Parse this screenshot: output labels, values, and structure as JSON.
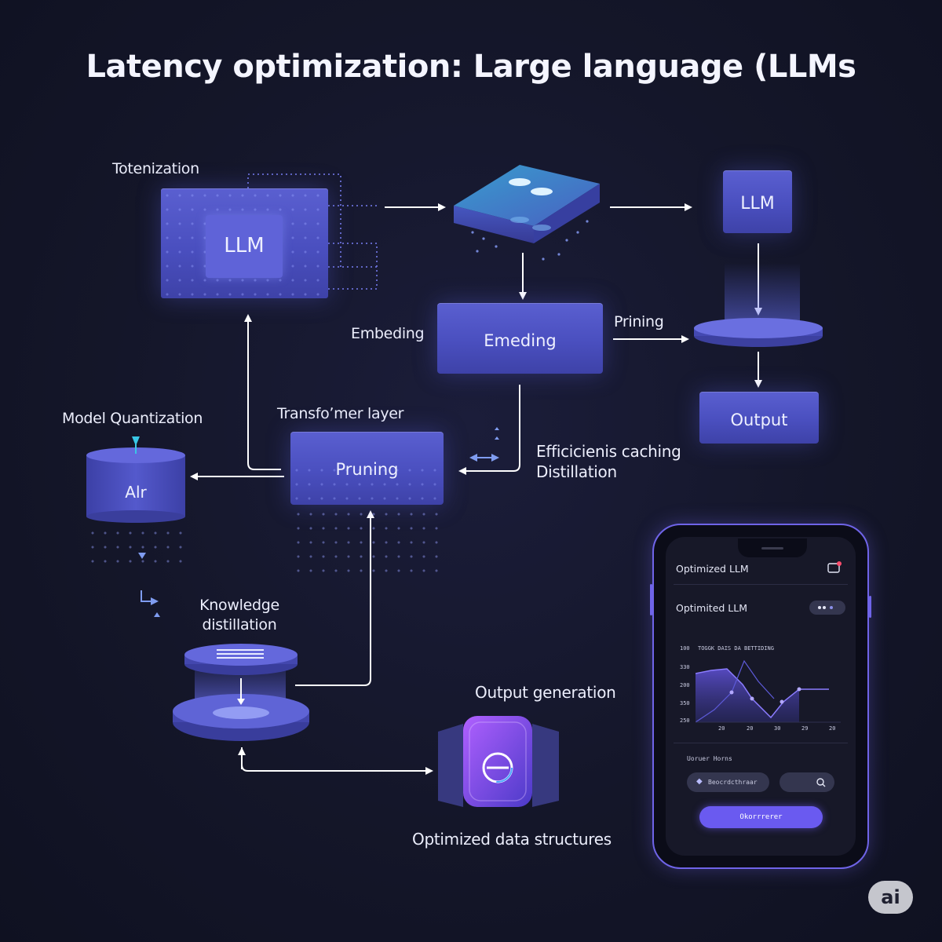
{
  "title": "Latency optimization: Large language (LLMs",
  "labels": {
    "tokenization": "Totenization",
    "embedding_left": "Embeding",
    "pruning_right": "Prining",
    "model_quantization": "Model Quantization",
    "transformer_layer": "Transfoʼmer layer",
    "caching_line1": "Efficiᴄienis caching",
    "caching_line2": "Distillation",
    "knowledge_line1": "Knowledge",
    "knowledge_line2": "distillation",
    "output_generation": "Output generation",
    "optimized_data": "Optimized data structures"
  },
  "boxes": {
    "llm_main": "LLM",
    "llm_small": "LLM",
    "embedding": "Emeding",
    "output": "Output",
    "pruning": "Pruning",
    "quantization_cylinder": "Alr"
  },
  "phone": {
    "header_title": "Optimized LLM",
    "card_title": "Optimited LLM",
    "chart_legend": "TOGGK DAIS DA BETTIDING",
    "y_ticks": [
      "100",
      "330",
      "200",
      "350",
      "250"
    ],
    "x_ticks": [
      "20",
      "20",
      "30",
      "29",
      "20"
    ],
    "section_label": "Uoruer Horns",
    "chip_label": "Beocrdcthraar",
    "button_label": "Okorrrerer"
  },
  "badge": "ai",
  "colors": {
    "accent": "#5a5fd0",
    "phone_border": "#6f64e8",
    "phone_button": "#6a5af0",
    "background": "#141629"
  }
}
